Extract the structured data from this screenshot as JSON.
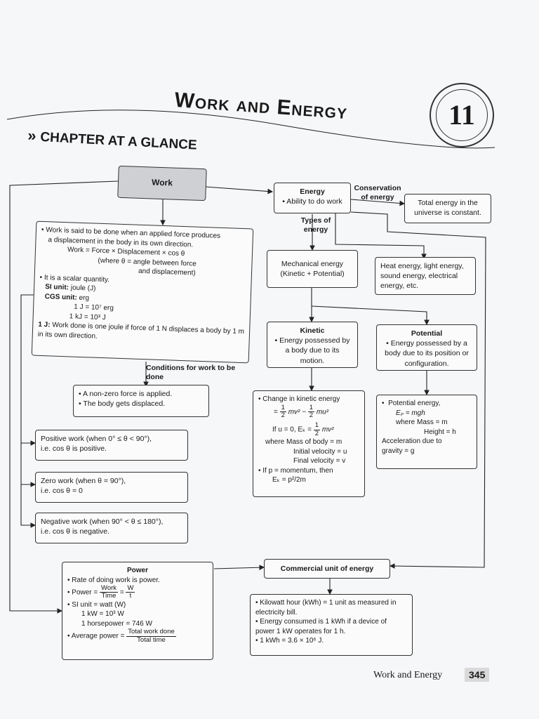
{
  "chapter": {
    "title": "Work and Energy",
    "number": "11",
    "glance": "CHAPTER AT A GLANCE",
    "arrow": "»"
  },
  "nodes": {
    "work": "Work",
    "work_def1": "• Work is said to be done when an applied force produces",
    "work_def2": "a displacement in the body in its own direction.",
    "work_eq": "Work = Force × Displacement × cos θ",
    "work_where1": "(where θ = angle between force",
    "work_where2": "and displacement)",
    "scalar": "• It is a scalar quantity.",
    "si_unit_label": "SI unit:",
    "si_unit": " joule (J)",
    "cgs_unit_label": "CGS unit:",
    "cgs_unit": " erg",
    "joule_erg": "1 J = 10⁷ erg",
    "kj": "1 kJ = 10³ J",
    "one_joule_label": "1 J:",
    "one_joule": " Work done is one joule if force of 1 N displaces a body by 1 m in its own direction.",
    "conditions": "Conditions for work to be done",
    "cond1": "• A non-zero force is applied.",
    "cond2": "• The body gets displaced.",
    "positive1": "Positive work (when 0° ≤ θ < 90°),",
    "positive2": "i.e. cos θ is positive.",
    "zero1": "Zero work (when θ = 90°),",
    "zero2": "i.e. cos θ = 0",
    "negative1": "Negative work (when 90° < θ ≤ 180°),",
    "negative2": "i.e. cos θ is negative.",
    "energy": "Energy",
    "energy_def": "• Ability to do work",
    "conservation": "Conservation of energy",
    "total_energy": "Total energy in the universe is constant.",
    "types": "Types of energy",
    "mechanical1": "Mechanical energy",
    "mechanical2": "(Kinetic + Potential)",
    "heat": "Heat energy, light energy, sound energy, electrical energy, etc.",
    "kinetic": "Kinetic",
    "kinetic_def": "• Energy possessed by a body due to its motion.",
    "potential": "Potential",
    "potential_def": "• Energy possessed by a body due to its position or configuration.",
    "ke_change": "• Change in kinetic energy",
    "ke_if": "If u = 0, Eₖ =",
    "ke_where": "where Mass of body = m",
    "ke_init": "Initial velocity = u",
    "ke_final": "Final velocity = v",
    "ke_mom": "If p = momentum, then",
    "ke_mom_eq": "Eₖ = p²/2m",
    "pe_title": "Potential energy,",
    "pe_eq": "Eₚ = mgh",
    "pe_where": "where Mass = m",
    "pe_height": "Height = h",
    "pe_acc1": "Acceleration due to",
    "pe_acc2": "gravity = g",
    "power": "Power",
    "power_def": "• Rate of doing work is power.",
    "power_eq": "• Power =",
    "power_si": "• SI unit = watt (W)",
    "kw": "1 kW = 10³ W",
    "hp": "1 horsepower = 746 W",
    "avg_power": "• Average power =",
    "commercial": "Commercial unit of energy",
    "kwh1": "• Kilowatt hour (kWh) = 1 unit as measured in electricity bill.",
    "kwh2": "• Energy consumed is 1 kWh if a device of power 1 kW operates for 1 h.",
    "kwh3": "• 1 kWh = 3.6 × 10⁶ J."
  },
  "fractions": {
    "half": {
      "n": "1",
      "d": "2"
    },
    "mv2": "mv² −",
    "mu2": "mu²",
    "mv2b": "mv²",
    "work_time": {
      "n": "Work",
      "d": "Time"
    },
    "w_t": {
      "n": "W",
      "d": "t"
    },
    "total": {
      "n": "Total work done",
      "d": "Total time"
    },
    "eq_sign": "="
  },
  "footer": {
    "text": "Work and Energy",
    "page": "345"
  }
}
